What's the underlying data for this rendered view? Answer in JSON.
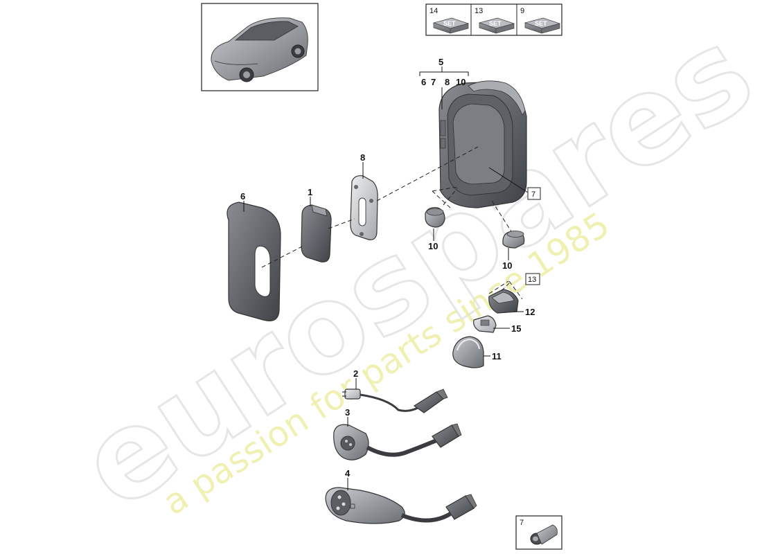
{
  "watermark": {
    "brand": "eurospares",
    "slogan": "a passion for parts since 1985"
  },
  "set_boxes": [
    {
      "qty": "14",
      "label": "SET"
    },
    {
      "qty": "13",
      "label": "SET"
    },
    {
      "qty": "9",
      "label": "SET"
    }
  ],
  "callouts": {
    "p1": "1",
    "p2": "2",
    "p3": "3",
    "p4": "4",
    "p5": "5",
    "p6": "6",
    "p8": "8",
    "p10a": "10",
    "p10b": "10",
    "p11": "11",
    "p12": "12",
    "p15": "15",
    "sub5": [
      "6",
      "7",
      "8",
      "10"
    ],
    "ref7": "7",
    "ref13": "13",
    "inset7": "7"
  }
}
